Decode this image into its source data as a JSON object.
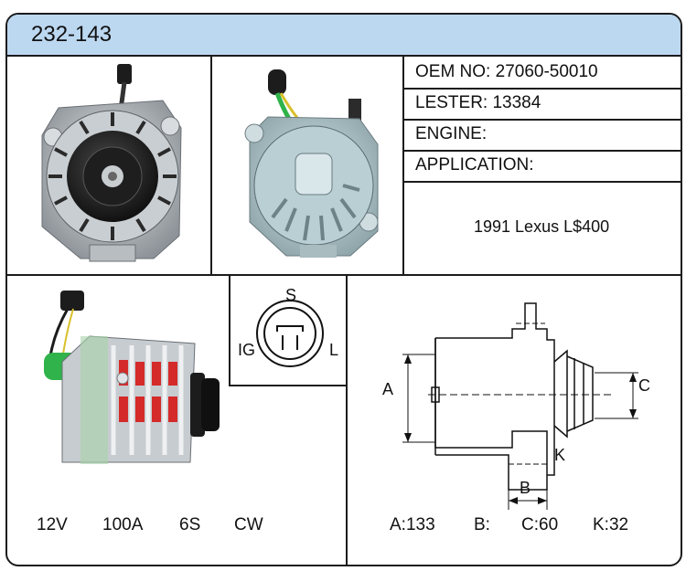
{
  "header": {
    "part_number": "232-143"
  },
  "info": {
    "oem_label": "OEM NO:",
    "oem_value": "27060-50010",
    "lester_label": "LESTER:",
    "lester_value": "13384",
    "engine_label": "ENGINE:",
    "engine_value": "",
    "application_label": "APPLICATION:",
    "application_value": "1991 Lexus L$400"
  },
  "specs": {
    "voltage": "12V",
    "amperage": "100A",
    "pulley": "6S",
    "rotation": "CW"
  },
  "connector": {
    "top": "S",
    "left": "IG",
    "right": "L"
  },
  "dimensions": {
    "a_label": "A",
    "b_label": "B",
    "c_label": "C",
    "k_label": "K",
    "a_text": "A:133",
    "b_text": "B:",
    "c_text": "C:60",
    "k_text": "K:32"
  },
  "colors": {
    "header_bg": "#bcd8f1",
    "border": "#1b1b1b",
    "harness_green": "#2fb34a",
    "stator_red": "#d42a2a"
  }
}
